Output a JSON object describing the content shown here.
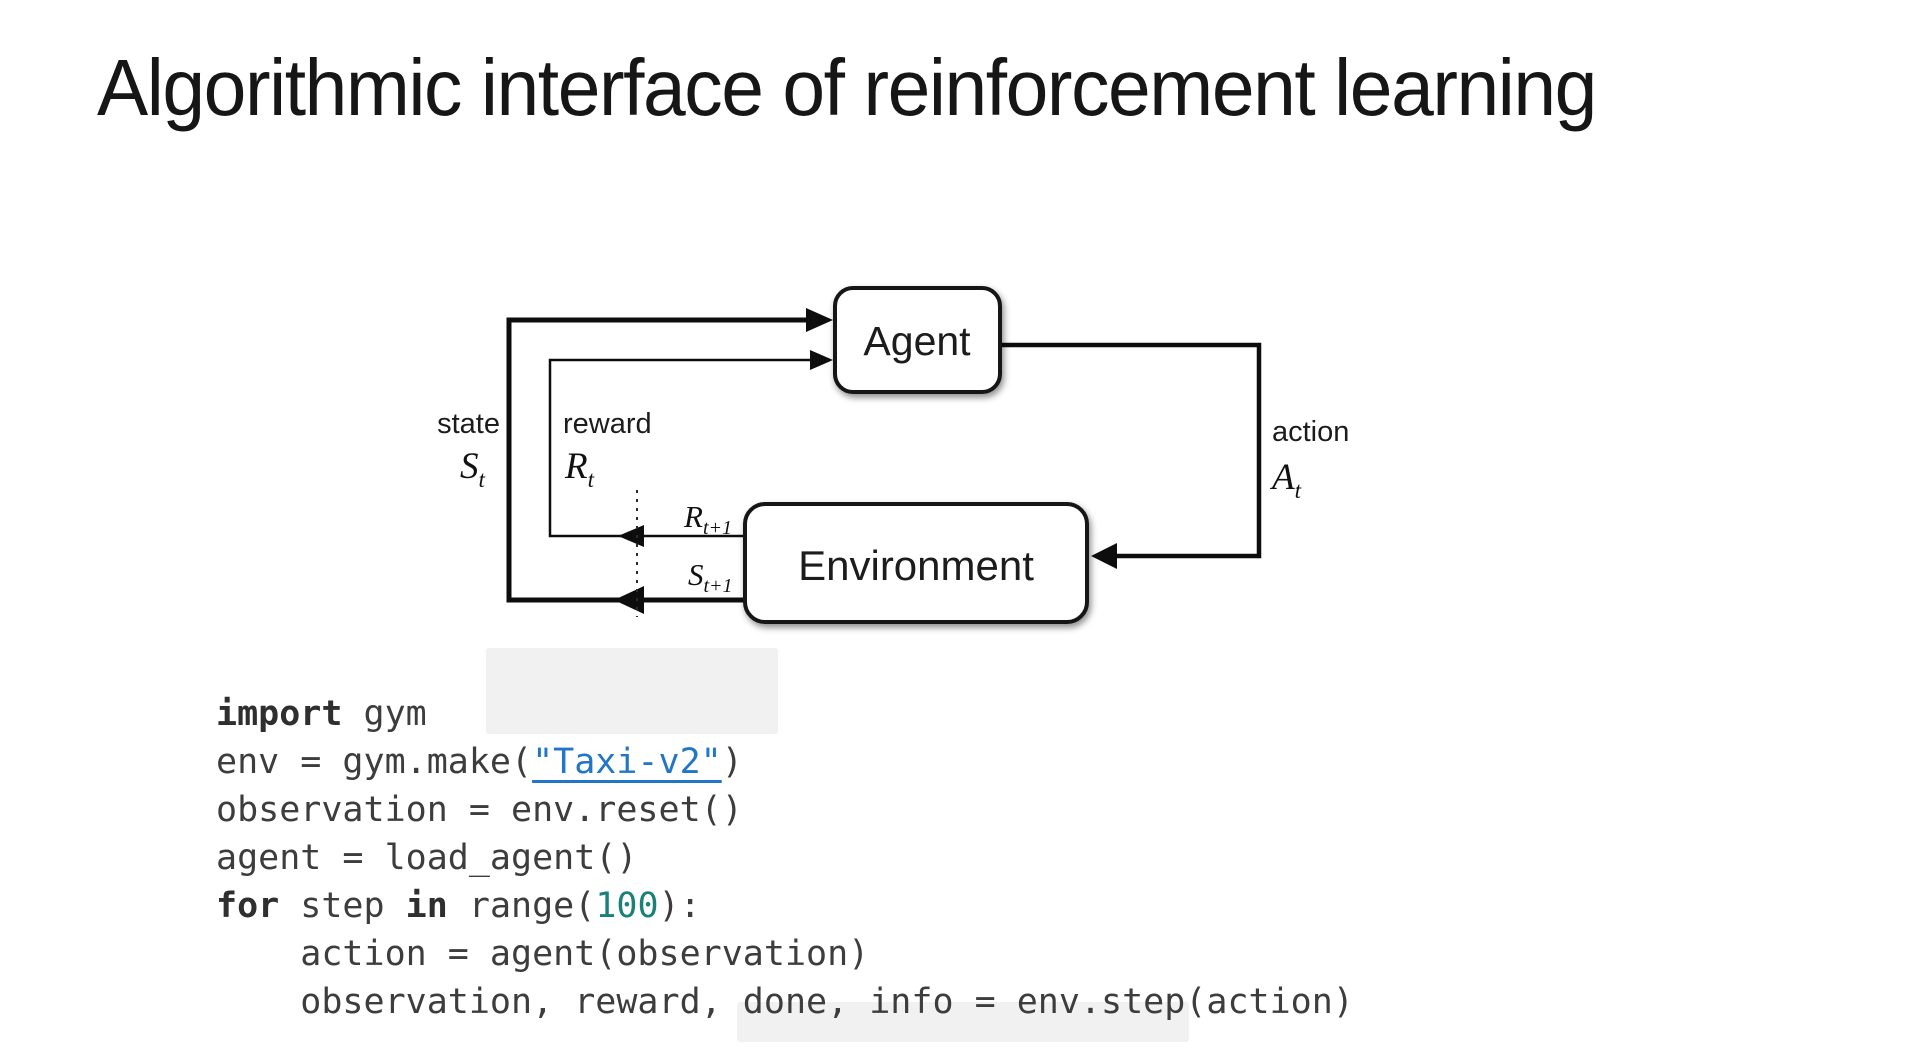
{
  "title": "Algorithmic interface of reinforcement learning",
  "diagram": {
    "agent_label": "Agent",
    "environment_label": "Environment",
    "state_label": "state",
    "reward_label": "reward",
    "action_label": "action",
    "sym_state": {
      "base": "S",
      "sub": "t"
    },
    "sym_reward": {
      "base": "R",
      "sub": "t"
    },
    "sym_action": {
      "base": "A",
      "sub": "t"
    },
    "sym_reward_next": {
      "base": "R",
      "sub": "t+1"
    },
    "sym_state_next": {
      "base": "S",
      "sub": "t+1"
    }
  },
  "code": {
    "colors": {
      "text": "#3d3d3d",
      "keyword": "#2f2f2f",
      "link": "#2176c7",
      "number": "#1b8178"
    },
    "lines": [
      {
        "tokens": [
          {
            "style": "keyword",
            "text": "import"
          },
          {
            "style": "plain",
            "text": " gym"
          }
        ]
      },
      {
        "tokens": [
          {
            "style": "plain",
            "text": "env = gym.make("
          },
          {
            "style": "link",
            "text": "\"Taxi-v2\"",
            "name": "taxi-v2-link",
            "interactable": true
          },
          {
            "style": "plain",
            "text": ")"
          }
        ]
      },
      {
        "tokens": [
          {
            "style": "plain",
            "text": "observation = env.reset()"
          }
        ]
      },
      {
        "tokens": [
          {
            "style": "plain",
            "text": "agent = load_agent()"
          }
        ]
      },
      {
        "tokens": [
          {
            "style": "keyword",
            "text": "for"
          },
          {
            "style": "plain",
            "text": " step "
          },
          {
            "style": "keyword",
            "text": "in"
          },
          {
            "style": "plain",
            "text": " range("
          },
          {
            "style": "number",
            "text": "100"
          },
          {
            "style": "plain",
            "text": "):"
          }
        ]
      },
      {
        "tokens": [
          {
            "style": "plain",
            "text": "    action = agent(observation)"
          }
        ]
      },
      {
        "tokens": [
          {
            "style": "plain",
            "text": "    observation, reward, done, info = env.step(action)"
          }
        ]
      }
    ]
  }
}
